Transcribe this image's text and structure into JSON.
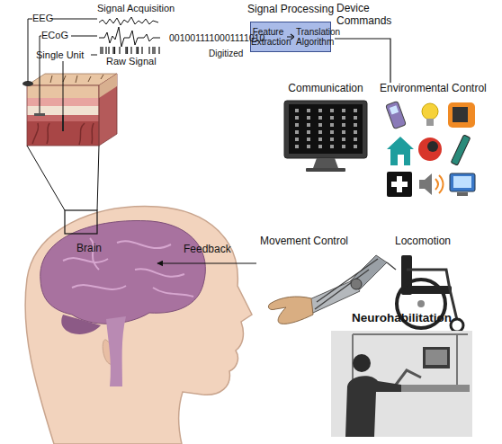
{
  "diagram": {
    "nodes": [
      {
        "text": [
          "Signal Processing",
          "Feature Extraction",
          "Translation Algorithm"
        ]
      },
      {
        "text": [
          "Communication"
        ]
      },
      {
        "text": [
          "Environmental Control"
        ]
      },
      {
        "text": [
          "Movement Control"
        ]
      },
      {
        "text": [
          "Locomotion"
        ]
      },
      {
        "text": [
          "Neurohabilitation"
        ]
      },
      {
        "text": [
          "Brain"
        ]
      }
    ],
    "edges": [
      {
        "from": 0,
        "to": 2,
        "arrow": "none",
        "label": "Device Commands"
      },
      {
        "from": 3,
        "to": 6,
        "arrow": "to",
        "label": "Feedback"
      }
    ],
    "labels": [
      "Signal Acquisition",
      "EEG",
      "ECoG",
      "Single Unit",
      "Raw Signal",
      "0010011110001111010",
      "Digitized"
    ]
  }
}
